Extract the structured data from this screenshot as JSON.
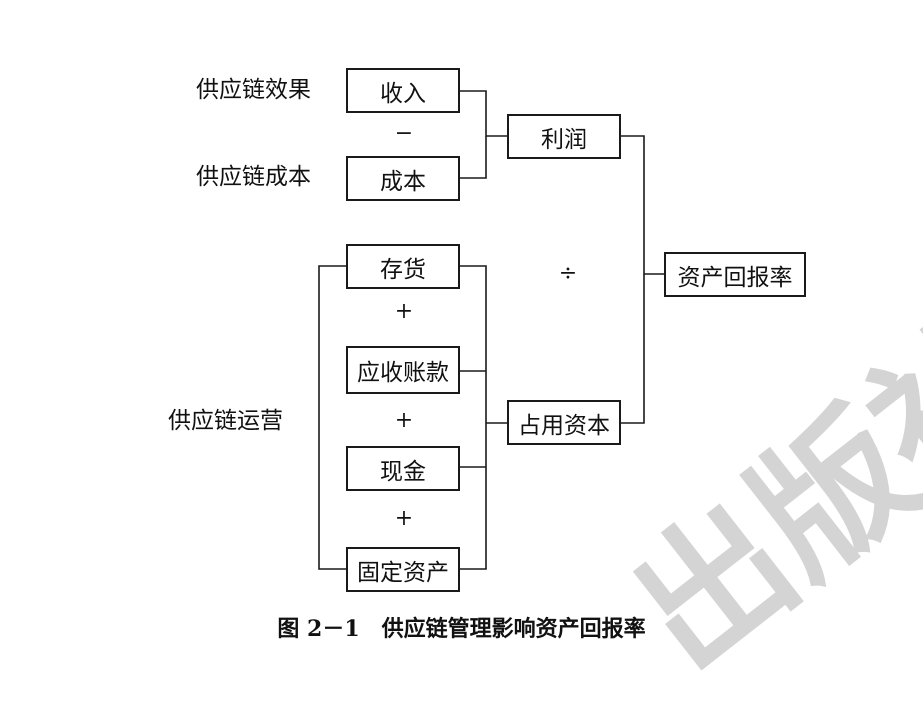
{
  "side_labels": {
    "effect": "供应链效果",
    "cost": "供应链成本",
    "operations": "供应链运营"
  },
  "boxes": {
    "revenue": "收入",
    "cost": "成本",
    "profit": "利润",
    "inventory": "存货",
    "receivables": "应收账款",
    "cash": "现金",
    "fixed_assets": "固定资产",
    "capital_employed": "占用资本",
    "roa": "资产回报率"
  },
  "operators": {
    "minus": "−",
    "plus": "+",
    "divide": "÷"
  },
  "caption": "图 2－1　供应链管理影响资产回报率",
  "watermark": "出版社",
  "colors": {
    "line": "#1a1a1a",
    "box_border": "#1a1a1a",
    "watermark": "#d4d4d4"
  }
}
